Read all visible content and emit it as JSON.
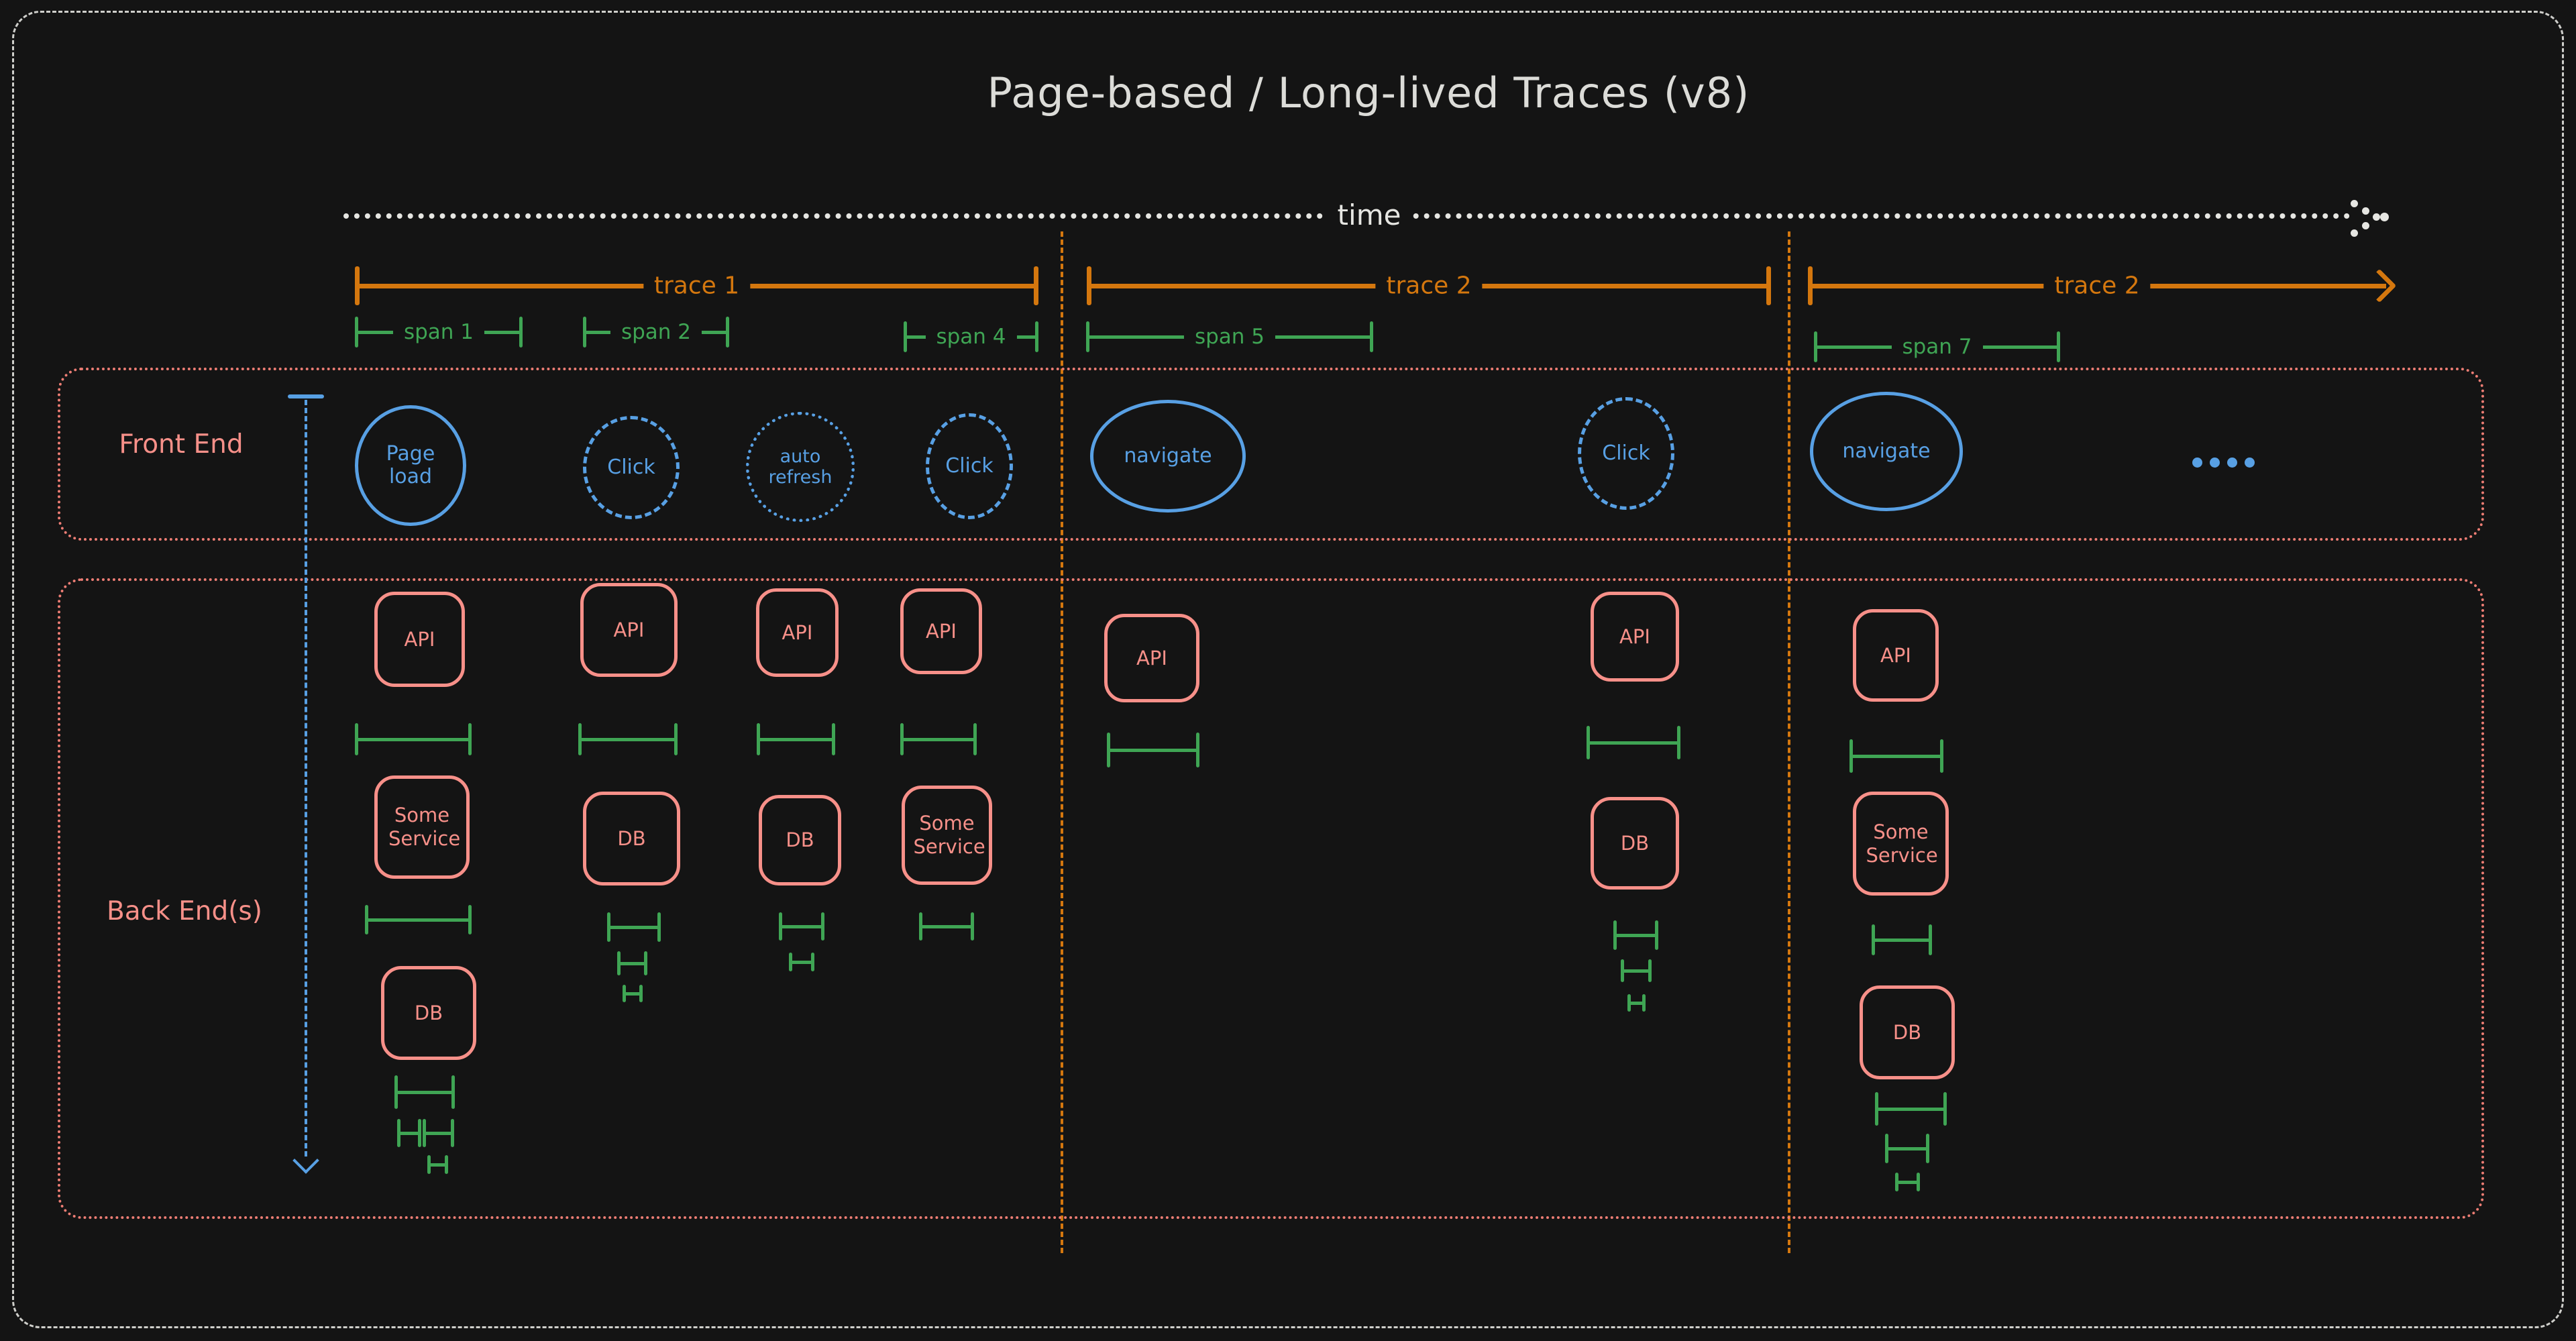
{
  "title": "Page-based / Long-lived Traces (v8)",
  "time_axis": {
    "label": "time",
    "arrow_icon": "dotted-arrow-right"
  },
  "traces": [
    {
      "label": "trace 1"
    },
    {
      "label": "trace 2"
    },
    {
      "label": "trace 2"
    }
  ],
  "spans": [
    {
      "label": "span 1"
    },
    {
      "label": "span 2"
    },
    {
      "label": "span 4"
    },
    {
      "label": "span 5"
    },
    {
      "label": "span 7"
    }
  ],
  "lanes": {
    "frontend_label": "Front End",
    "backend_label": "Back End(s)"
  },
  "frontend_events": [
    {
      "label": "Page load",
      "border": "solid"
    },
    {
      "label": "Click",
      "border": "dashed"
    },
    {
      "label": "auto refresh",
      "border": "dotted"
    },
    {
      "label": "Click",
      "border": "dashed"
    },
    {
      "label": "navigate",
      "border": "solid"
    },
    {
      "label": "Click",
      "border": "dashed"
    },
    {
      "label": "navigate",
      "border": "solid"
    }
  ],
  "more_events_icon": "four-dots",
  "backend_columns": [
    {
      "nodes": [
        "API",
        "Some Service",
        "DB"
      ]
    },
    {
      "nodes": [
        "API",
        "DB"
      ]
    },
    {
      "nodes": [
        "API",
        "DB"
      ]
    },
    {
      "nodes": [
        "API",
        "Some Service"
      ]
    },
    {
      "nodes": [
        "API"
      ]
    },
    {
      "nodes": [
        "API",
        "DB"
      ]
    },
    {
      "nodes": [
        "API",
        "Some Service",
        "DB"
      ]
    }
  ],
  "colors": {
    "background": "#141414",
    "axis_white": "#e6e6e2",
    "trace_orange": "#d4770e",
    "span_green": "#3fa554",
    "event_blue": "#58a0e4",
    "service_salmon": "#f79089",
    "lane_border": "#ed7d74"
  }
}
